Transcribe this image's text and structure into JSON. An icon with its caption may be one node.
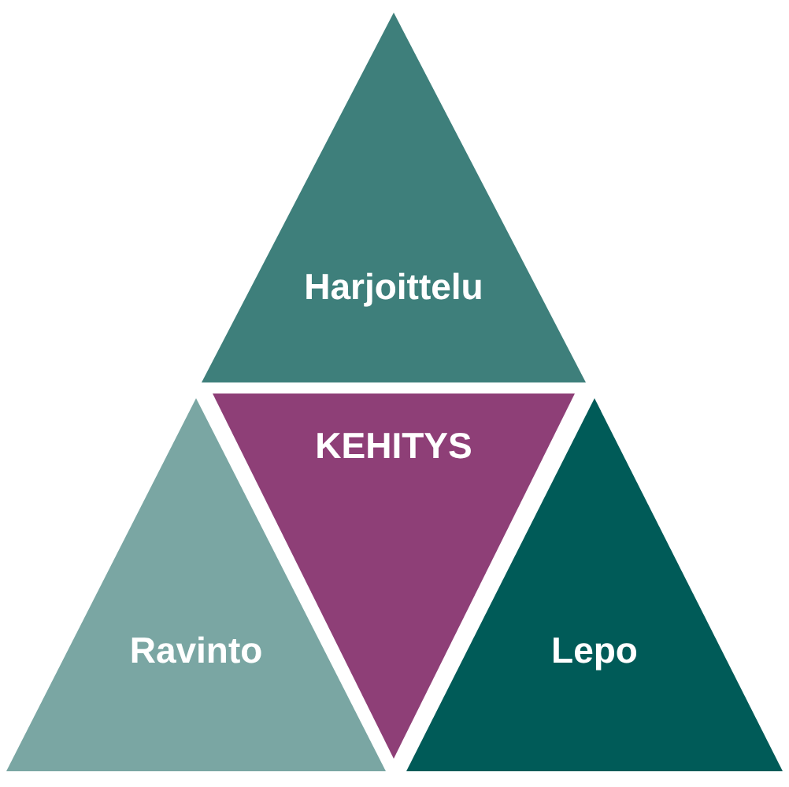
{
  "diagram": {
    "nodes": [
      {
        "text": [
          "Harjoittelu"
        ]
      },
      {
        "text": [
          "KEHITYS"
        ]
      },
      {
        "text": [
          "Ravinto"
        ]
      },
      {
        "text": [
          "Lepo"
        ]
      }
    ]
  }
}
